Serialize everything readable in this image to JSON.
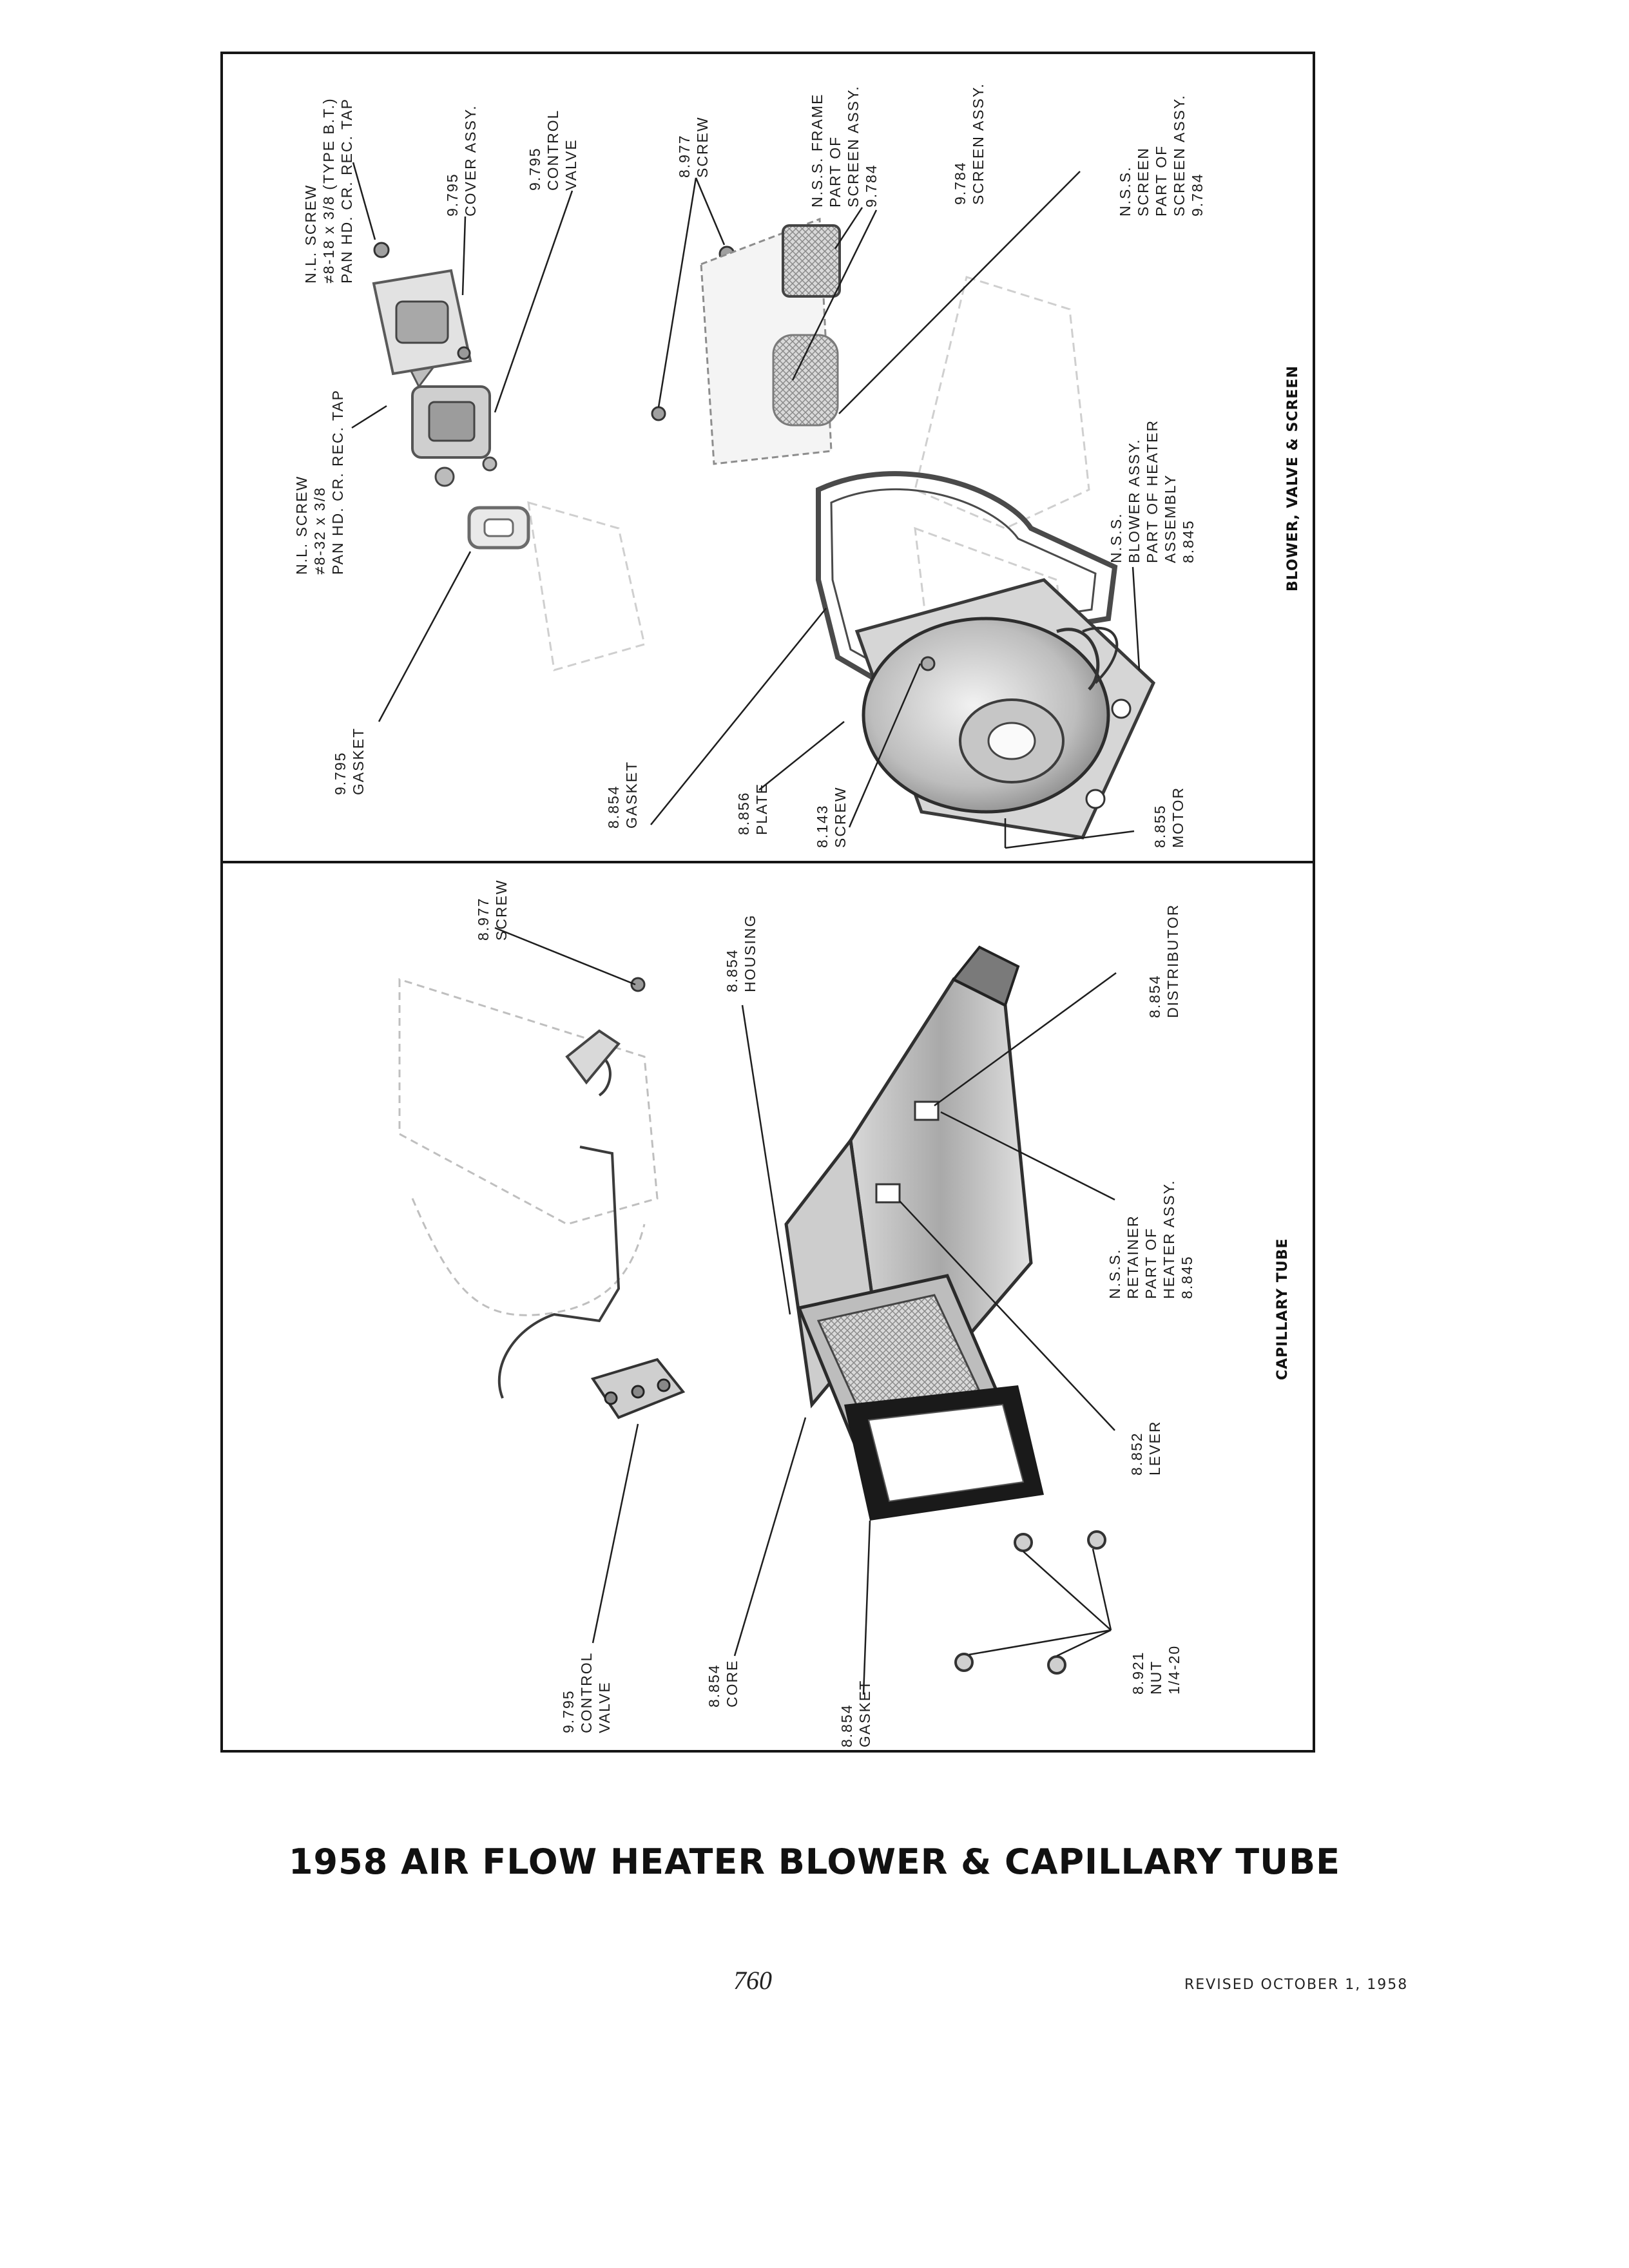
{
  "page": {
    "title": "1958 AIR FLOW HEATER BLOWER & CAPILLARY TUBE",
    "page_number": "760",
    "revised": "REVISED OCTOBER 1, 1958"
  },
  "top_panel": {
    "section_title": "BLOWER, VALVE & SCREEN",
    "labels": {
      "nl_screw_pan_hd": [
        "N.L. SCREW",
        "≠8-32 x 3/8",
        "PAN HD. CR. REC. TAP"
      ],
      "nl_screw_type_bt": [
        "N.L. SCREW",
        "≠8-18 x 3/8 (TYPE B.T.)",
        "PAN HD. CR. REC. TAP"
      ],
      "cover_assy": [
        "9.795",
        "COVER ASSY."
      ],
      "control_valve": [
        "9.795",
        "CONTROL",
        "VALVE"
      ],
      "screw_8977": [
        "8.977",
        "SCREW"
      ],
      "nss_frame": [
        "N.S.S. FRAME",
        "PART OF",
        "SCREEN ASSY.",
        "9.784"
      ],
      "screen_assy": [
        "9.784",
        "SCREEN ASSY."
      ],
      "nss_screen": [
        "N.S.S.",
        "SCREEN",
        "PART OF",
        "SCREEN ASSY.",
        "9.784"
      ],
      "gasket_9795": [
        "9.795",
        "GASKET"
      ],
      "gasket_8854": [
        "8.854",
        "GASKET"
      ],
      "plate_8856": [
        "8.856",
        "PLATE"
      ],
      "screw_8143": [
        "8.143",
        "SCREW"
      ],
      "motor_8855": [
        "8.855",
        "MOTOR"
      ],
      "nss_blower": [
        "N.S.S.",
        "BLOWER ASSY.",
        "PART OF HEATER",
        "ASSEMBLY",
        "8.845"
      ]
    }
  },
  "bottom_panel": {
    "section_title": "CAPILLARY TUBE",
    "labels": {
      "screw_8977": [
        "8.977",
        "SCREW"
      ],
      "housing_8854": [
        "8.854",
        "HOUSING"
      ],
      "distributor_8854": [
        "8.854",
        "DISTRIBUTOR"
      ],
      "nss_retainer": [
        "N.S.S.",
        "RETAINER",
        "PART OF",
        "HEATER ASSY.",
        "8.845"
      ],
      "lever_8852": [
        "8.852",
        "LEVER"
      ],
      "nut_8921": [
        "8.921",
        "NUT",
        "1/4-20"
      ],
      "control_valve_9795": [
        "9.795",
        "CONTROL",
        "VALVE"
      ],
      "core_8854": [
        "8.854",
        "CORE"
      ],
      "gasket_8854": [
        "8.854",
        "GASKET"
      ]
    }
  }
}
